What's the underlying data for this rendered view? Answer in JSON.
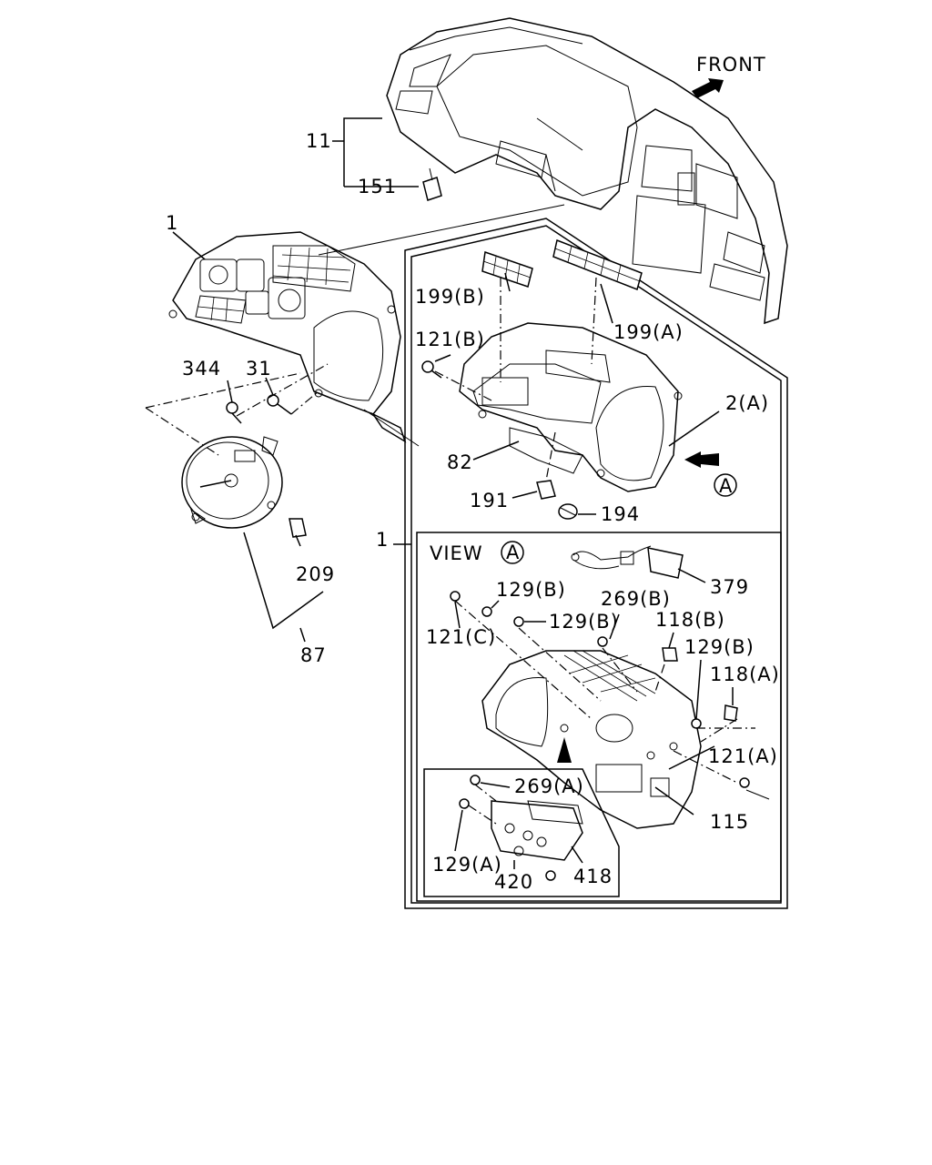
{
  "orientation": {
    "label": "FRONT"
  },
  "view": {
    "label": "VIEW",
    "marker": "A"
  },
  "callouts": {
    "c11": "11",
    "c151": "151",
    "c1_left": "1",
    "c1_view": "1",
    "c199b": "199(B)",
    "c199a": "199(A)",
    "c121b": "121(B)",
    "c2a": "2(A)",
    "c82": "82",
    "c191": "191",
    "c194": "194",
    "c344": "344",
    "c31": "31",
    "c209": "209",
    "c87": "87",
    "c379": "379",
    "c129b_1": "129(B)",
    "c129b_2": "129(B)",
    "c129b_3": "129(B)",
    "c269b": "269(B)",
    "c118b": "118(B)",
    "c118a": "118(A)",
    "c121c": "121(C)",
    "c121a": "121(A)",
    "c115": "115",
    "c269a": "269(A)",
    "c129a": "129(A)",
    "c420": "420",
    "c418": "418"
  },
  "icons": {
    "front-arrow": "arrow-icon",
    "view-marker": "circled-letter-icon"
  }
}
